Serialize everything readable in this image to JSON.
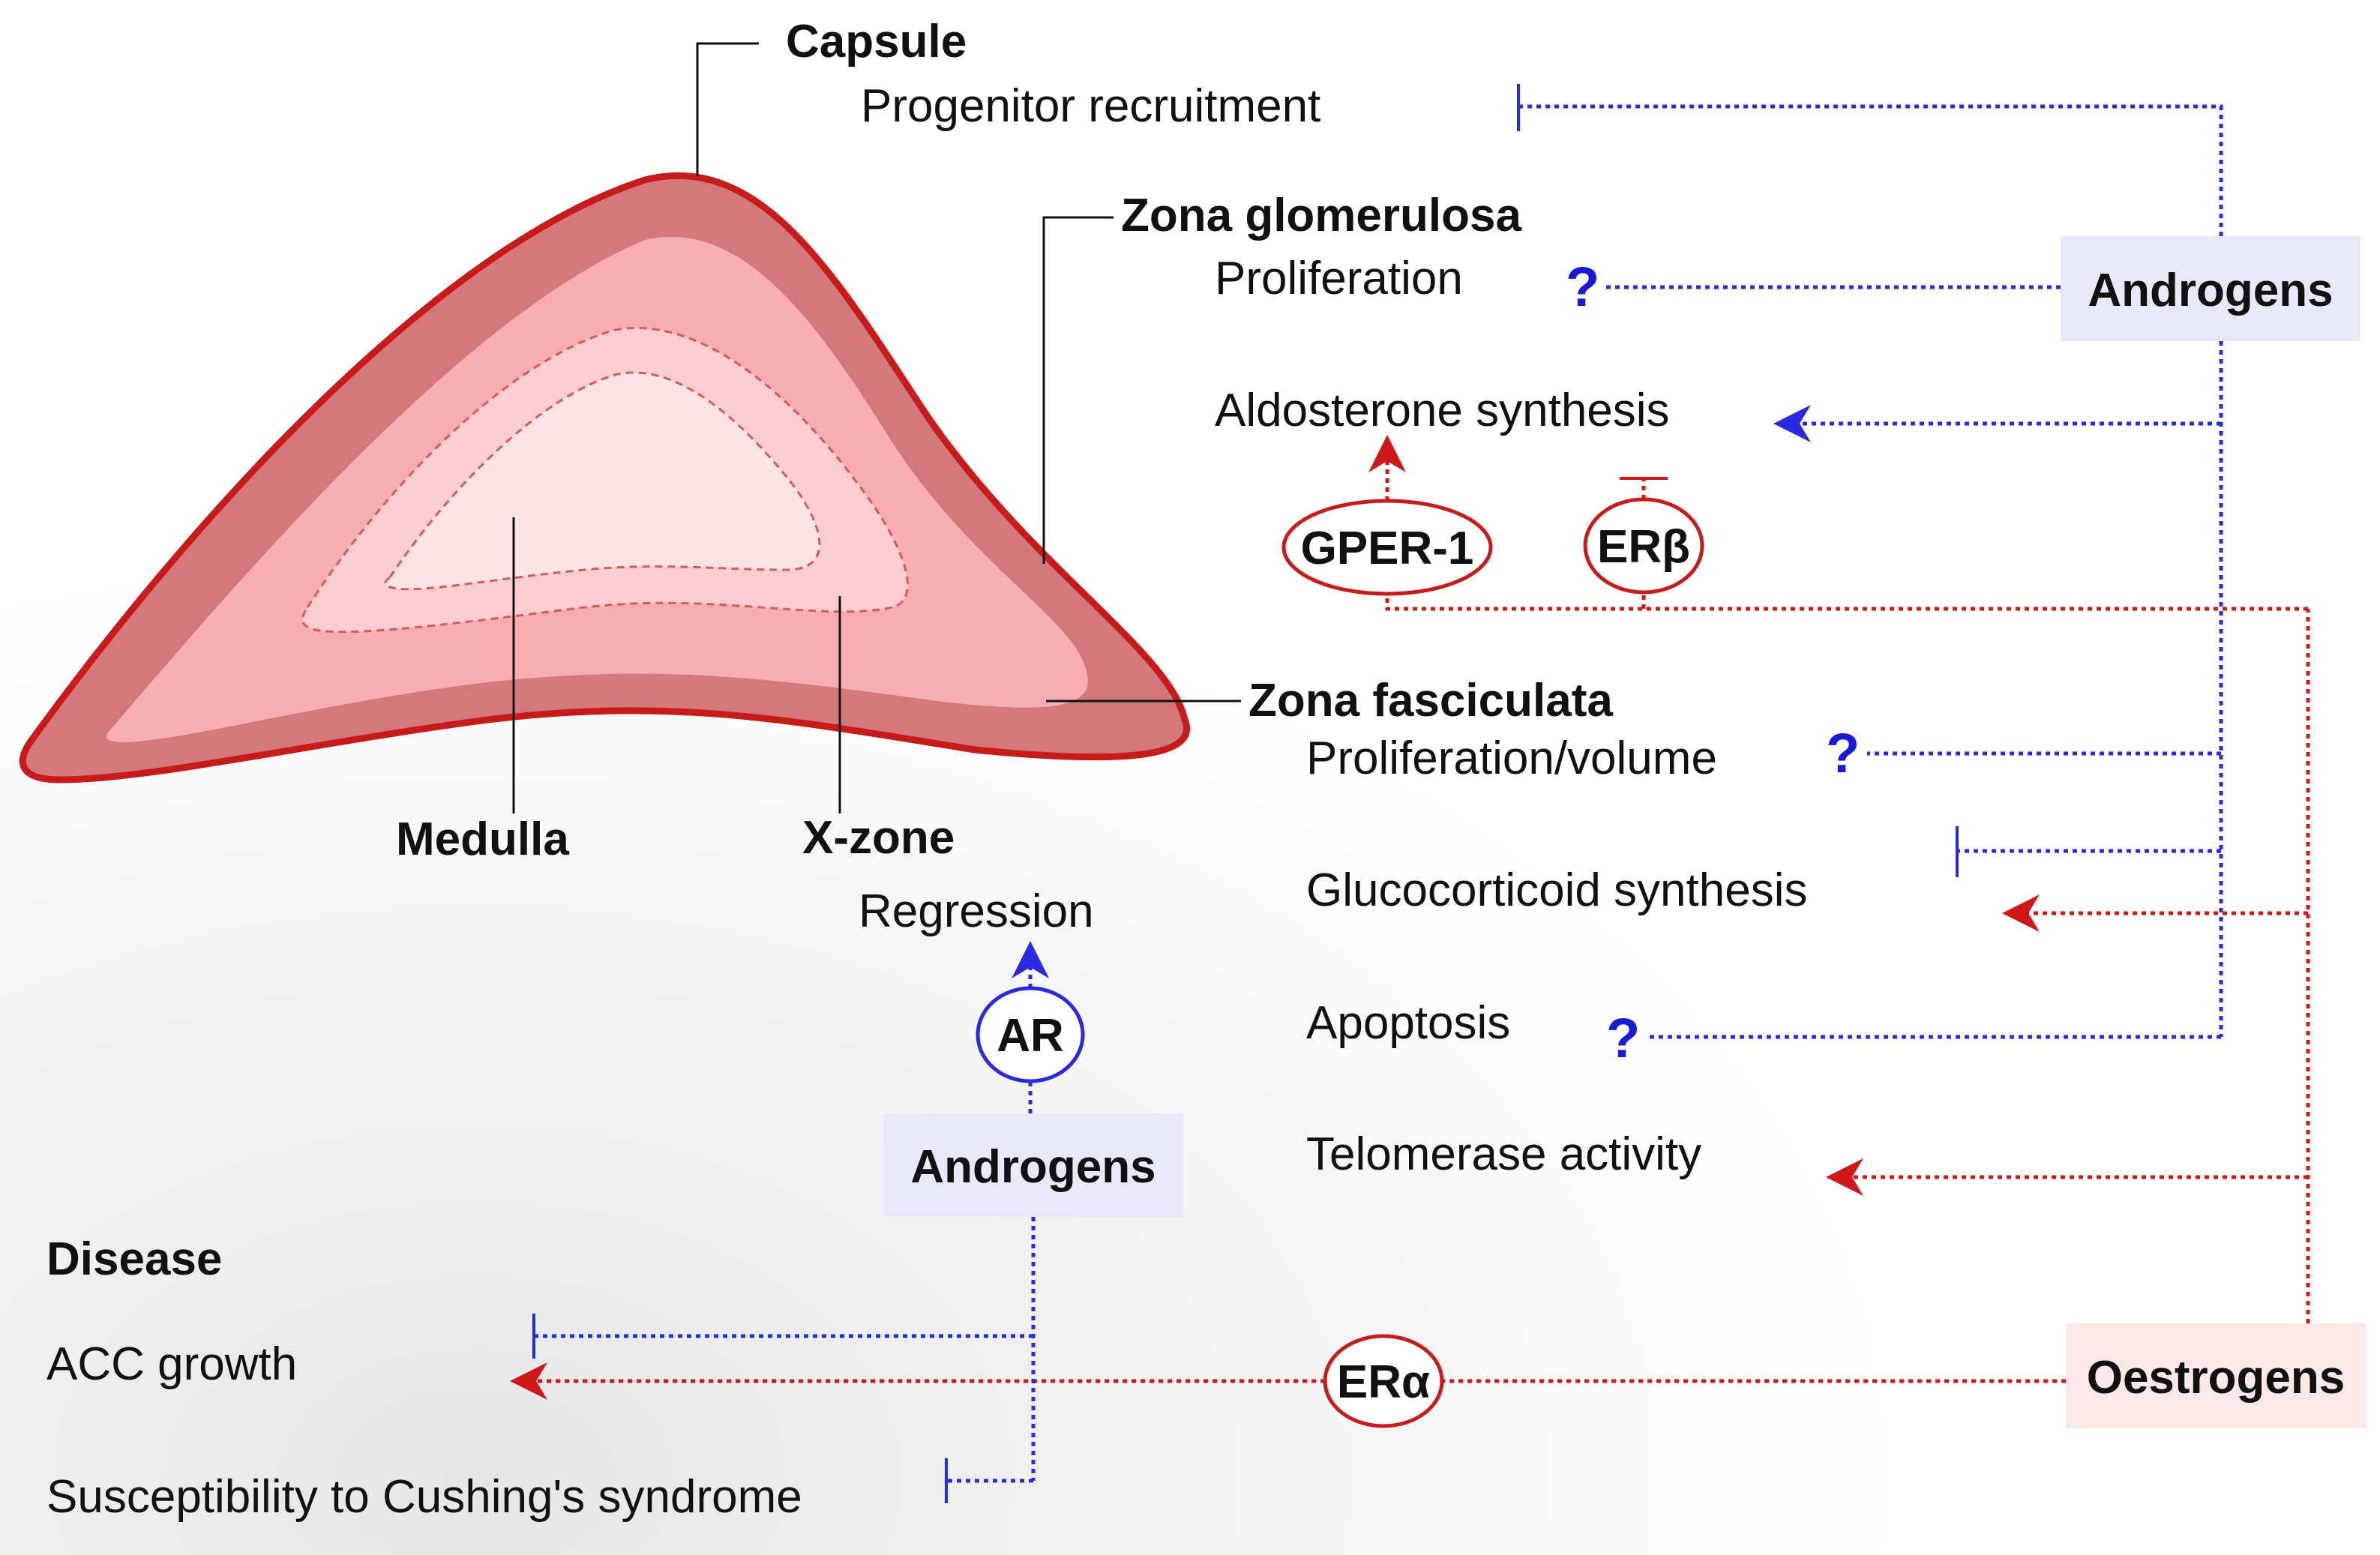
{
  "labels": {
    "capsule": "Capsule",
    "progenitor": "Progenitor recruitment",
    "zona_glomerulosa": "Zona glomerulosa",
    "zg_proliferation": "Proliferation",
    "aldosterone": "Aldosterone synthesis",
    "zona_fasciculata": "Zona fasciculata",
    "zf_proliferation": "Proliferation/volume",
    "glucocorticoid": "Glucocorticoid synthesis",
    "apoptosis": "Apoptosis",
    "telomerase": "Telomerase activity",
    "medulla": "Medulla",
    "xzone": "X-zone",
    "regression": "Regression",
    "disease": "Disease",
    "acc_growth": "ACC growth",
    "cushing": "Susceptibility to Cushing's syndrome"
  },
  "hormones": {
    "androgens_top": "Androgens",
    "androgens_bottom": "Androgens",
    "oestrogens": "Oestrogens"
  },
  "receptors": {
    "gper1": "GPER-1",
    "erb": "ERβ",
    "ar": "AR",
    "era": "ERα"
  },
  "marks": {
    "unknown": "?"
  },
  "colors": {
    "androgen_path": "#2a2ae0",
    "oestrogen_path": "#d01818",
    "androgen_box": "#e8e8f8",
    "oestrogen_box": "#fbe8e8",
    "capsule_fill": "#d4797b",
    "cortex_fill": "#f7aeb2",
    "xzone_fill": "#f9cdd1",
    "medulla_fill": "#fbe4e6"
  }
}
